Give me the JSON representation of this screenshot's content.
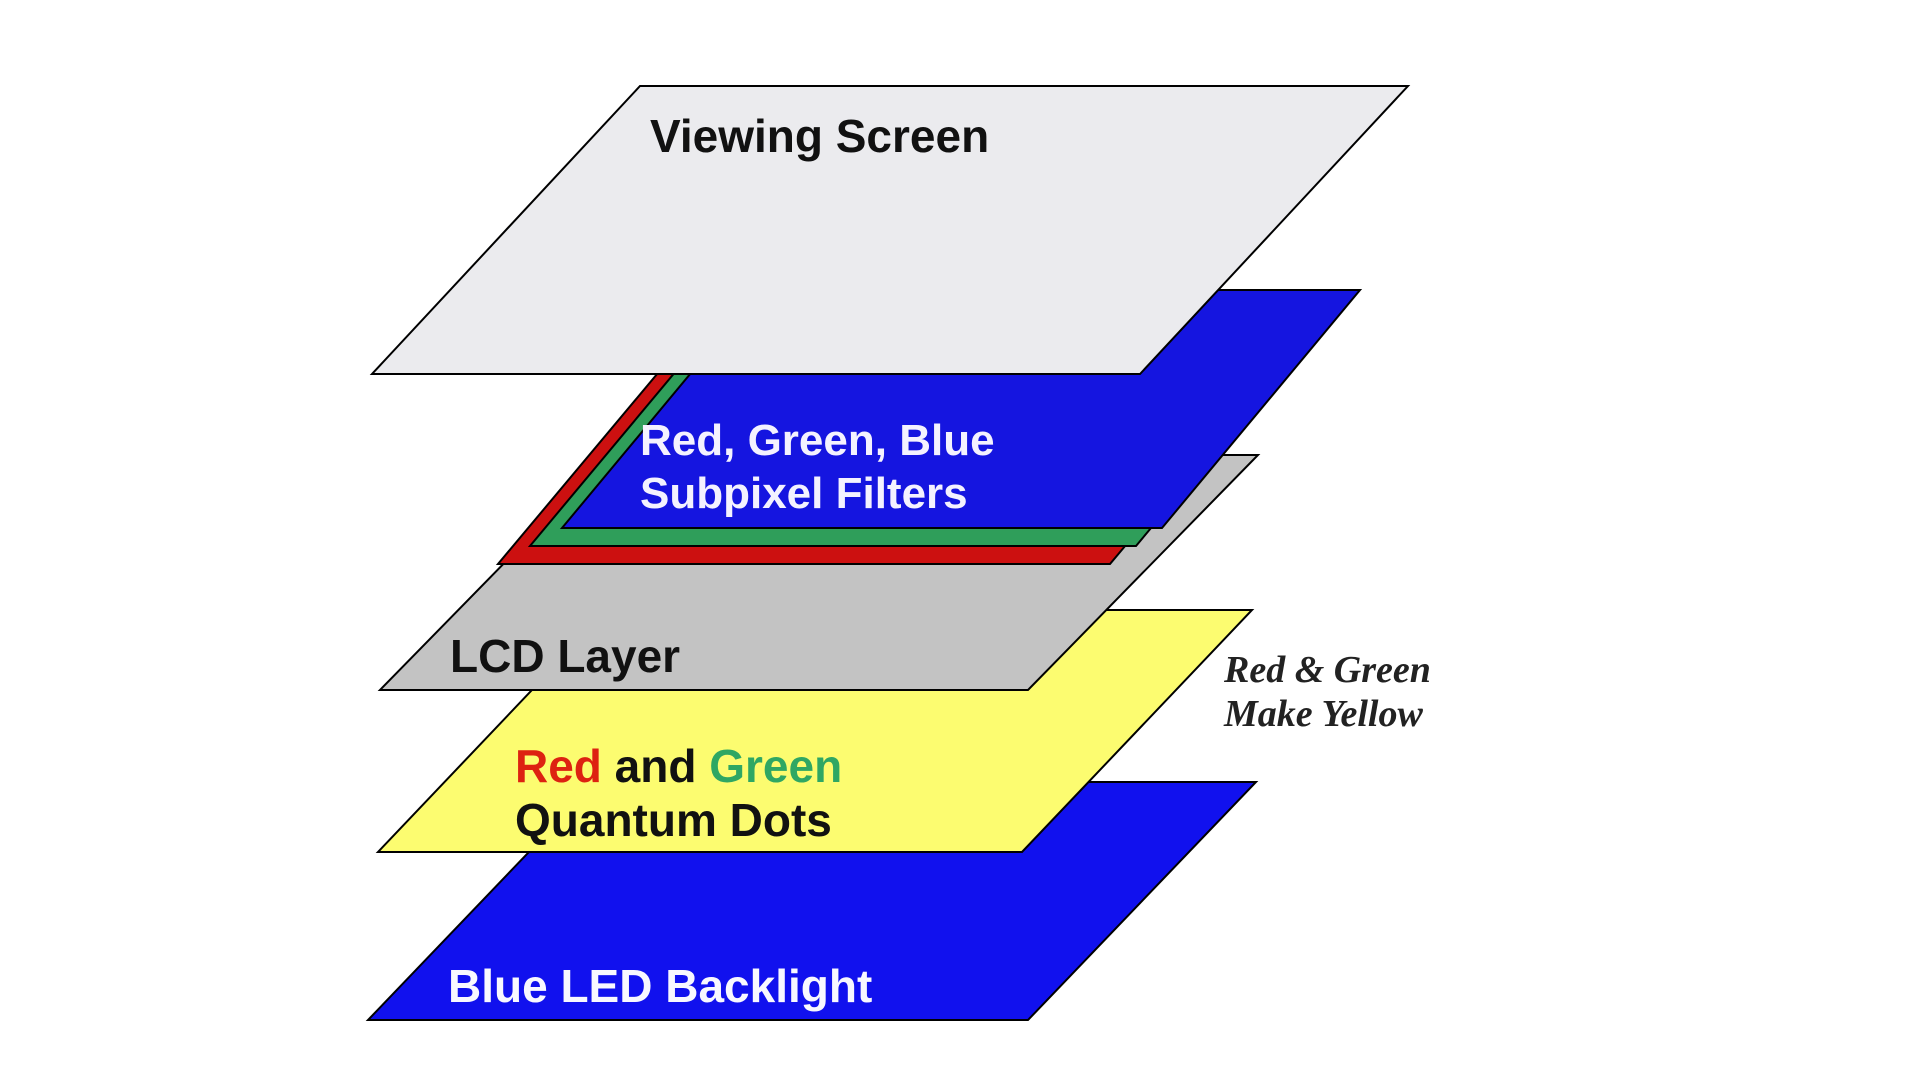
{
  "diagram": {
    "viewing_screen": {
      "label": "Viewing Screen",
      "fill": "#ebebee",
      "text_color": "#111111"
    },
    "subpixel_filters": {
      "label_line1": "Red, Green, Blue",
      "label_line2": "Subpixel Filters",
      "text_color": "#f4f2ff",
      "fill_blue": "#1515e0",
      "fill_green": "#2f9e5a",
      "fill_red": "#cc1010"
    },
    "lcd": {
      "label": "LCD Layer",
      "fill": "#c3c3c3",
      "text_color": "#111111"
    },
    "quantum_dots": {
      "word_red": "Red",
      "word_and": " and ",
      "word_green": "Green",
      "label_line2": "Quantum Dots",
      "fill": "#fcfc70",
      "red_text_color": "#dd2211",
      "green_text_color": "#2fa763",
      "black_text_color": "#111111"
    },
    "backlight": {
      "label": "Blue LED Backlight",
      "fill": "#1111ee",
      "text_color": "#f8f8ff"
    },
    "annotation": {
      "line1": "Red & Green",
      "line2": "Make Yellow",
      "text_color": "#222222"
    }
  }
}
